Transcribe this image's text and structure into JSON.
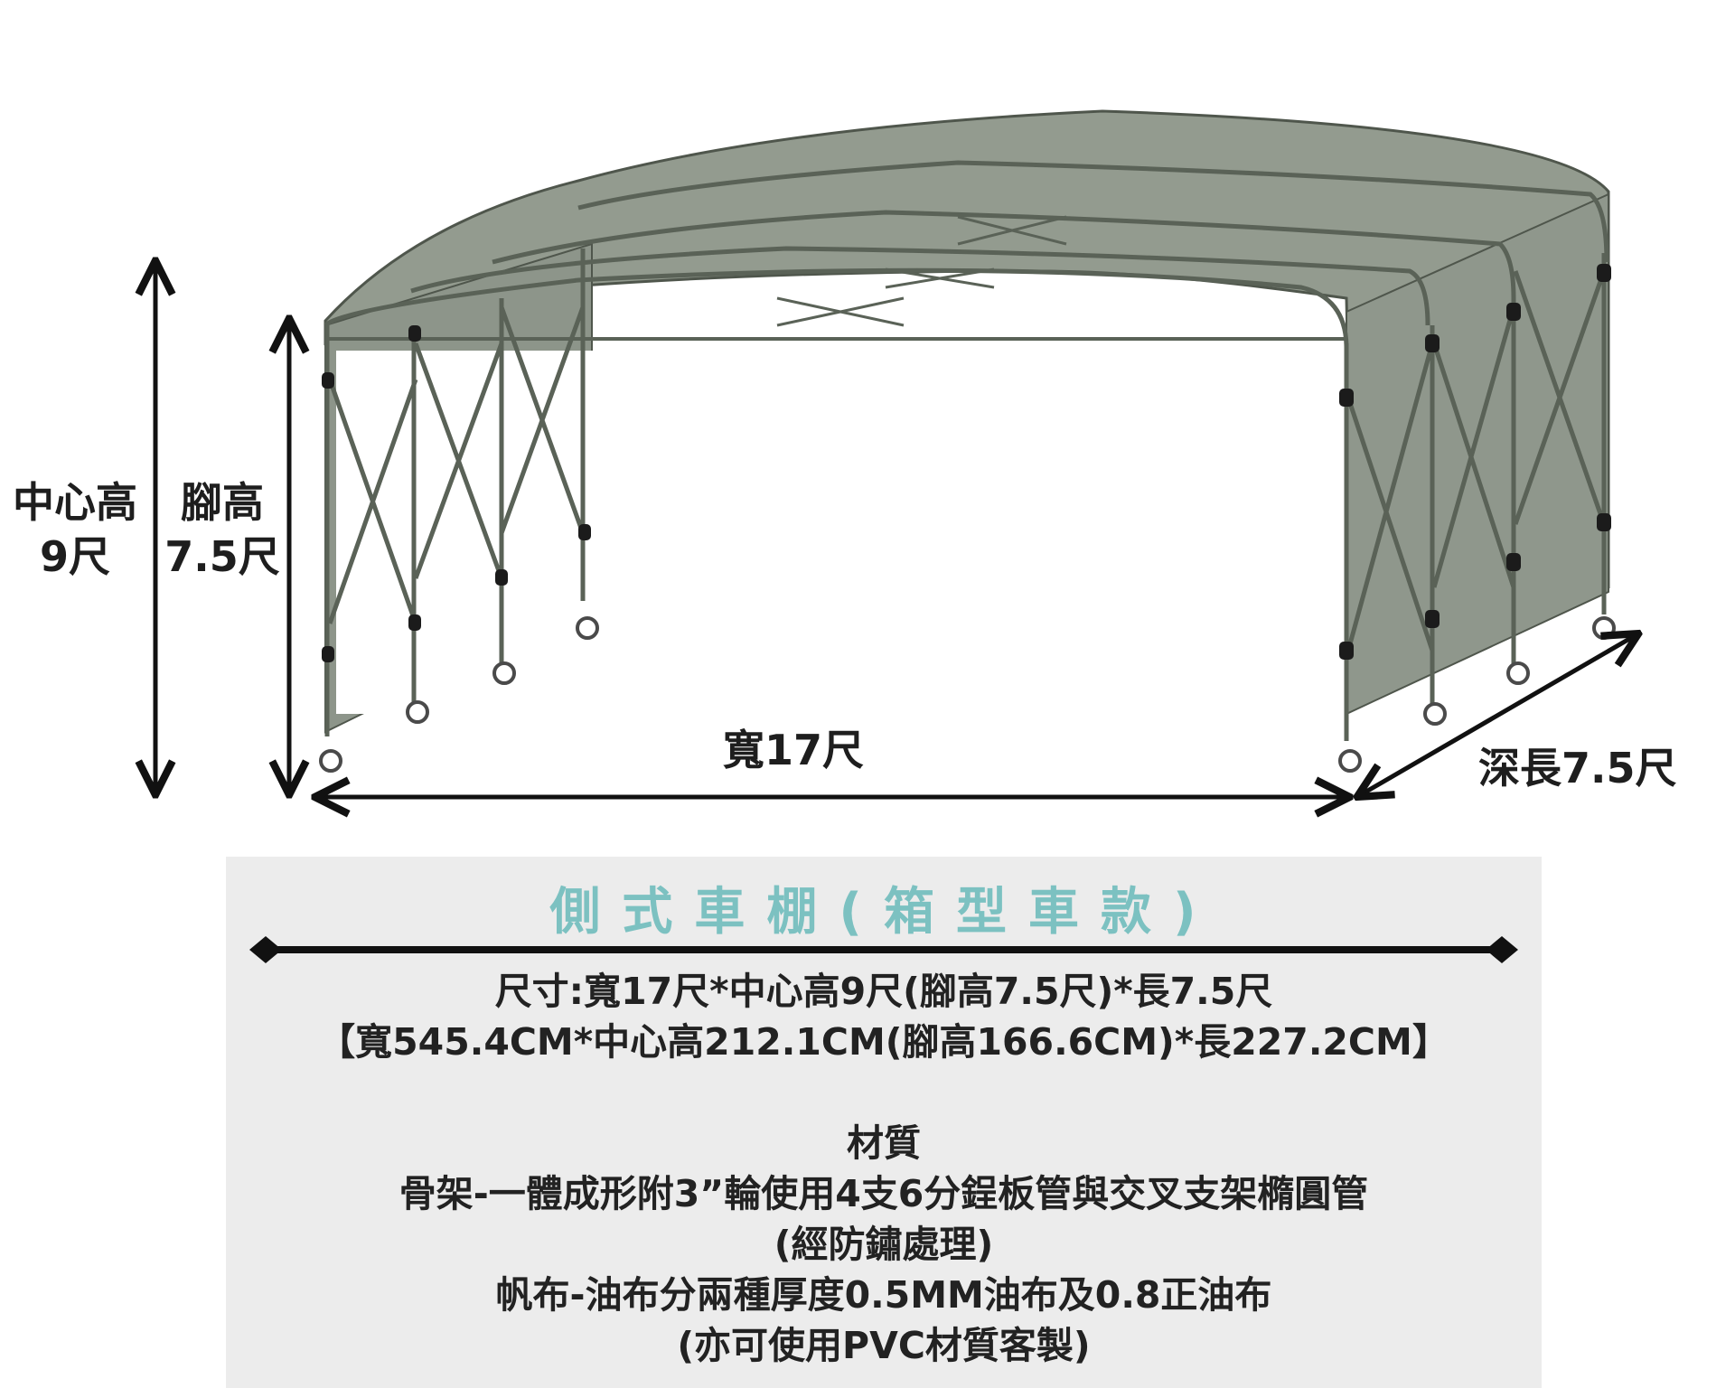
{
  "diagram": {
    "dimensions": {
      "center_height_label": "中心高",
      "center_height_value": "9尺",
      "foot_height_label": "腳高",
      "foot_height_value": "7.5尺",
      "width": "寬17尺",
      "depth": "深長7.5尺"
    },
    "colors": {
      "canopy": "#939b8f",
      "canopy_dark": "#7f877c",
      "frame": "#5a6257",
      "arrow": "#111111",
      "title": "#7cc1c1",
      "panel": "#ececec"
    }
  },
  "info": {
    "title": "側式車棚(箱型車款)",
    "size_line": "尺寸:寬17尺*中心高9尺(腳高7.5尺)*長7.5尺",
    "size_metric": "【寬545.4CM*中心高212.1CM(腳高166.6CM)*長227.2CM】",
    "material_heading": "材質",
    "frame_material": "骨架-一體成形附3”輪使用4支6分鋥板管與交叉支架橢圓管",
    "frame_note": "(經防鏽處理)",
    "canvas_material": "帆布-油布分兩種厚度0.5MM油布及0.8正油布",
    "canvas_note": "(亦可使用PVC材質客製)"
  }
}
